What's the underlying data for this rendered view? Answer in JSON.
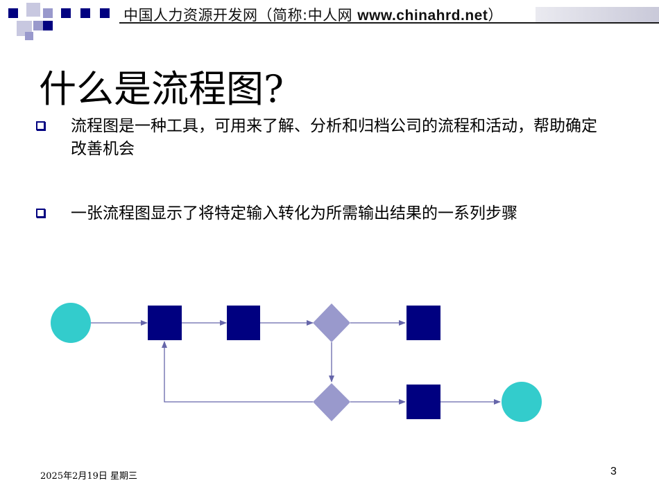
{
  "header": {
    "site_cn": "中国人力资源开发网（简称:中人网 ",
    "site_url": "www.chinahrd.net",
    "site_close": "）"
  },
  "slide": {
    "title": "什么是流程图?",
    "bullets": [
      {
        "text": "流程图是一种工具，可用来了解、分析和归档公司的流程和活动，帮助确定改善机会"
      },
      {
        "text": "一张流程图显示了将特定输入转化为所需输出结果的一系列步骤"
      }
    ]
  },
  "footer": {
    "date": "2025年2月19日  星期三",
    "page_number": "3"
  },
  "colors": {
    "terminal": "#33cccc",
    "process": "#000080",
    "decision": "#9999cc",
    "connector": "#6666aa",
    "bullet": "#000080",
    "checker_dark": "#000080",
    "checker_light": "#9999cc"
  },
  "icons": {
    "bullet": "hollow-square-bullet-icon"
  }
}
